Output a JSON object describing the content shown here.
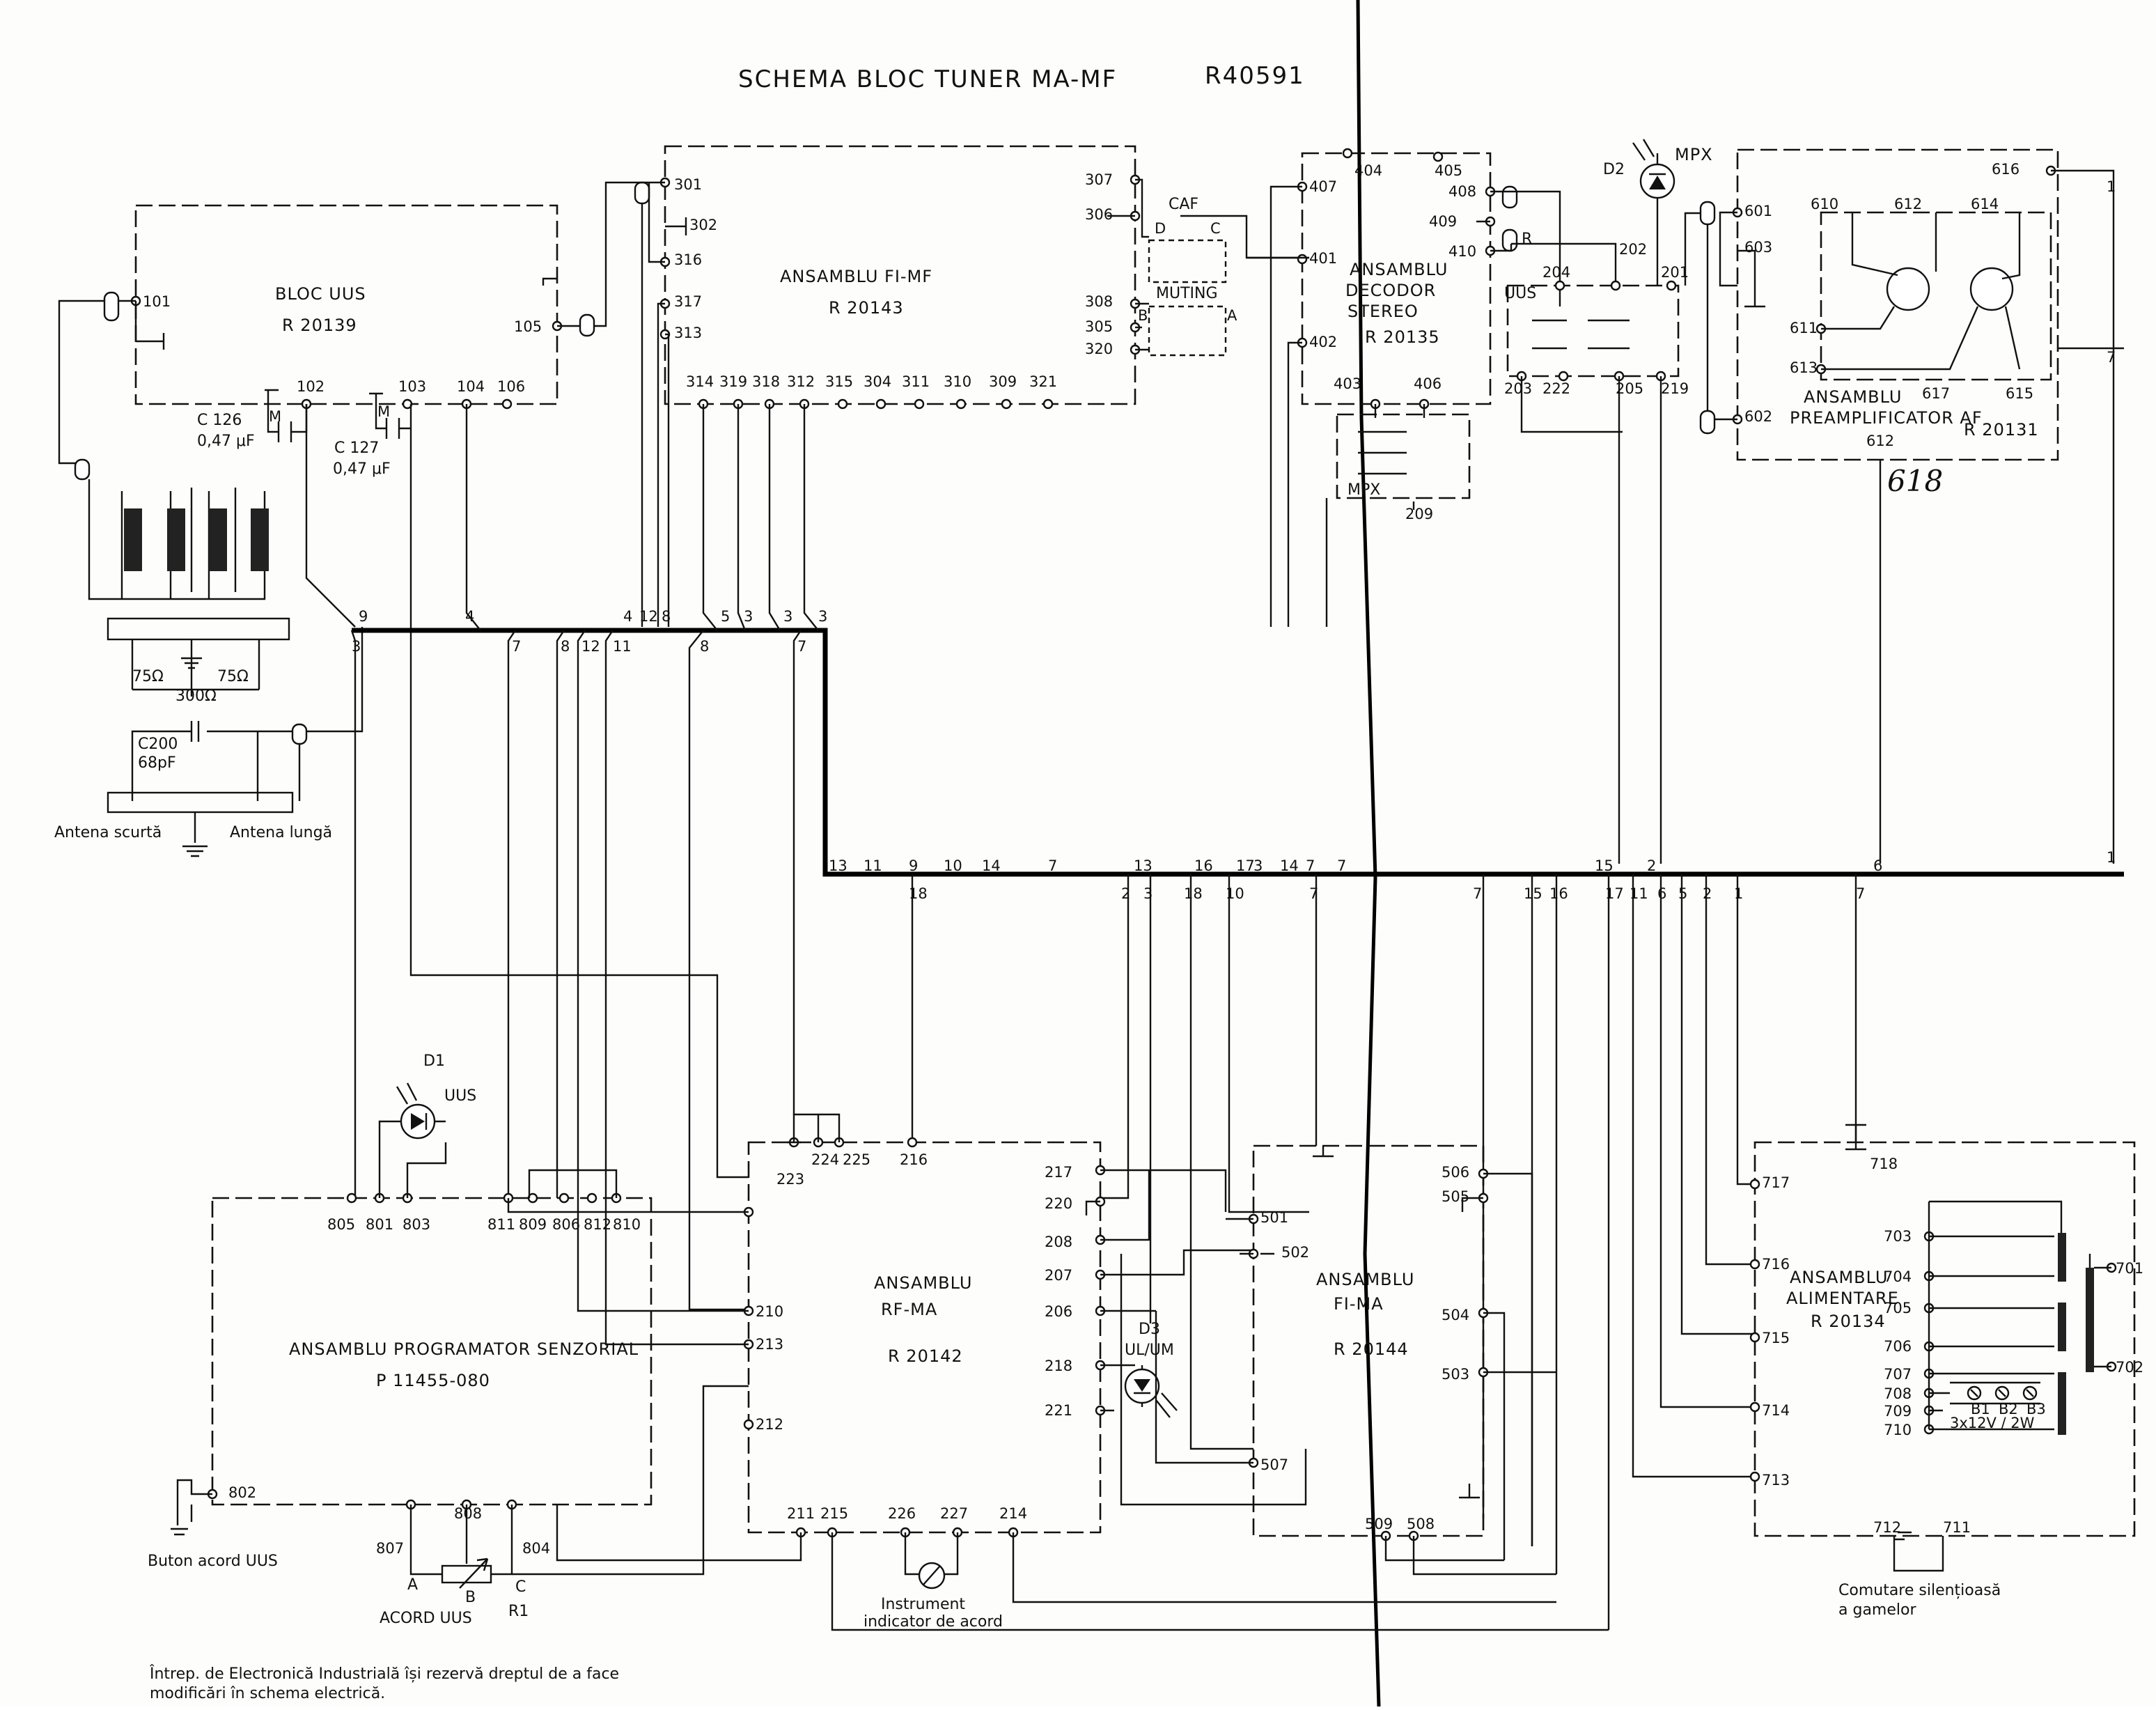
{
  "title": "SCHEMA BLOC TUNER MA-MF",
  "doc_code": "R40591",
  "blocks": {
    "uus": {
      "name": "BLOC UUS",
      "code": "R 20139"
    },
    "fi_mf": {
      "name": "ANSAMBLU FI-MF",
      "code": "R 20143"
    },
    "decodor": {
      "name_l1": "ANSAMBLU",
      "name_l2": "DECODOR",
      "name_l3": "STEREO",
      "code": "R 20135"
    },
    "preamp": {
      "name_l1": "ANSAMBLU",
      "name_l2": "PREAMPLIFICATOR AF",
      "code": "R 20131"
    },
    "programator": {
      "name": "ANSAMBLU PROGRAMATOR SENZORIAL",
      "code": "P 11455-080"
    },
    "rf_ma": {
      "name_l1": "ANSAMBLU",
      "name_l2": "RF-MA",
      "code": "R 20142"
    },
    "fi_ma": {
      "name_l1": "ANSAMBLU",
      "name_l2": "FI-MA",
      "code": "R 20144"
    },
    "alimentare": {
      "name_l1": "ANSAMBLU",
      "name_l2": "ALIMENTARE",
      "code": "R 20134"
    }
  },
  "components": {
    "c126": {
      "name": "C 126",
      "value": "0,47 μF"
    },
    "c127": {
      "name": "C 127",
      "value": "0,47 μF"
    },
    "c200": {
      "name": "C200",
      "value": "68pF"
    },
    "d1": {
      "name": "D1",
      "label": "UUS"
    },
    "d2": {
      "name": "D2",
      "label": "MPX"
    },
    "d3": {
      "name": "D3",
      "label": "UL/UM"
    },
    "r1": {
      "name": "R1"
    },
    "r": "R",
    "imp_75a": "75Ω",
    "imp_75b": "75Ω",
    "imp_300": "300Ω",
    "lamps": "3x12V / 2W",
    "b1": "B1",
    "b2": "B2",
    "b3": "B3",
    "m1": "M",
    "m2": "M"
  },
  "switches": {
    "caf": "CAF",
    "muting": "MUTING",
    "mpx": "MPX",
    "uus": "UUS",
    "sw_b": "B",
    "sw_c": "C",
    "sw_d": "D",
    "sw_a": "A"
  },
  "labels": {
    "antena_scurta": "Antena scurtă",
    "antena_lunga": "Antena lungă",
    "buton_acord": "Buton acord UUS",
    "acord_uus": "ACORD UUS",
    "instrument_l1": "Instrument",
    "instrument_l2": "indicator de acord",
    "comutare_l1": "Comutare silențioasă",
    "comutare_l2": "a gamelor",
    "pot_a": "A",
    "pot_b": "B",
    "pot_c": "C",
    "handwritten": "618"
  },
  "footer": {
    "line1": "Întrep. de Electronică Industrială își rezervă dreptul de a face",
    "line2": "modificări în schema electrică."
  },
  "pins": {
    "p101": "101",
    "p102": "102",
    "p103": "103",
    "p104": "104",
    "p105": "105",
    "p106": "106",
    "p301": "301",
    "p302": "302",
    "p316": "316",
    "p317": "317",
    "p313": "313",
    "p307": "307",
    "p306": "306",
    "p308": "308",
    "p305": "305",
    "p320": "320",
    "row3": [
      "314",
      "319",
      "318",
      "312",
      "315",
      "304",
      "311",
      "310",
      "309",
      "321"
    ],
    "p404": "404",
    "p405": "405",
    "p407": "407",
    "p408": "408",
    "p409": "409",
    "p410": "410",
    "p401": "401",
    "p402": "402",
    "p403": "403",
    "p406": "406",
    "p209": "209",
    "p202": "202",
    "p204": "204",
    "p201": "201",
    "p203": "203",
    "p222": "222",
    "p205": "205",
    "p219": "219",
    "p616": "616",
    "p601": "601",
    "p603": "603",
    "p610": "610",
    "p612": "612",
    "p614": "614",
    "p611": "611",
    "p613": "613",
    "p617": "617",
    "p615": "615",
    "p602": "602",
    "p612b": "612",
    "p805": "805",
    "p801": "801",
    "p803": "803",
    "p811": "811",
    "p809": "809",
    "p806": "806",
    "p812": "812",
    "p810": "810",
    "p802": "802",
    "p807": "807",
    "p808": "808",
    "p804": "804",
    "p223": "223",
    "p224": "224",
    "p225": "225",
    "p216": "216",
    "p217": "217",
    "p220": "220",
    "p208": "208",
    "p207": "207",
    "p206": "206",
    "p218": "218",
    "p221": "221",
    "p210": "210",
    "p213": "213",
    "p212": "212",
    "p211": "211",
    "p215": "215",
    "p226": "226",
    "p227": "227",
    "p214": "214",
    "p501": "501",
    "p502": "502",
    "p506": "506",
    "p505": "505",
    "p504": "504",
    "p503": "503",
    "p507": "507",
    "p509": "509",
    "p508": "508",
    "p717": "717",
    "p716": "716",
    "p715": "715",
    "p714": "714",
    "p713": "713",
    "p718": "718",
    "p703": "703",
    "p704": "704",
    "p705": "705",
    "p706": "706",
    "p707": "707",
    "p708": "708",
    "p709": "709",
    "p710": "710",
    "p701": "701",
    "p702": "702",
    "p712": "712",
    "p711": "711"
  },
  "bus_upper": [
    "9",
    "3",
    "4",
    "7",
    "8",
    "12",
    "11",
    "4",
    "12",
    "8",
    "8",
    "5",
    "3",
    "3",
    "3",
    "7"
  ],
  "bus_lower_top": [
    "13",
    "11",
    "9",
    "10",
    "14",
    "7",
    "13",
    "16",
    "17",
    "3",
    "14",
    "7",
    "7",
    "15",
    "2",
    "6",
    "1",
    "7",
    "1"
  ],
  "bus_lower_bottom": [
    "18",
    "2",
    "3",
    "18",
    "10",
    "7",
    "7",
    "15",
    "16",
    "17",
    "11",
    "6",
    "5",
    "2",
    "1",
    "7"
  ]
}
